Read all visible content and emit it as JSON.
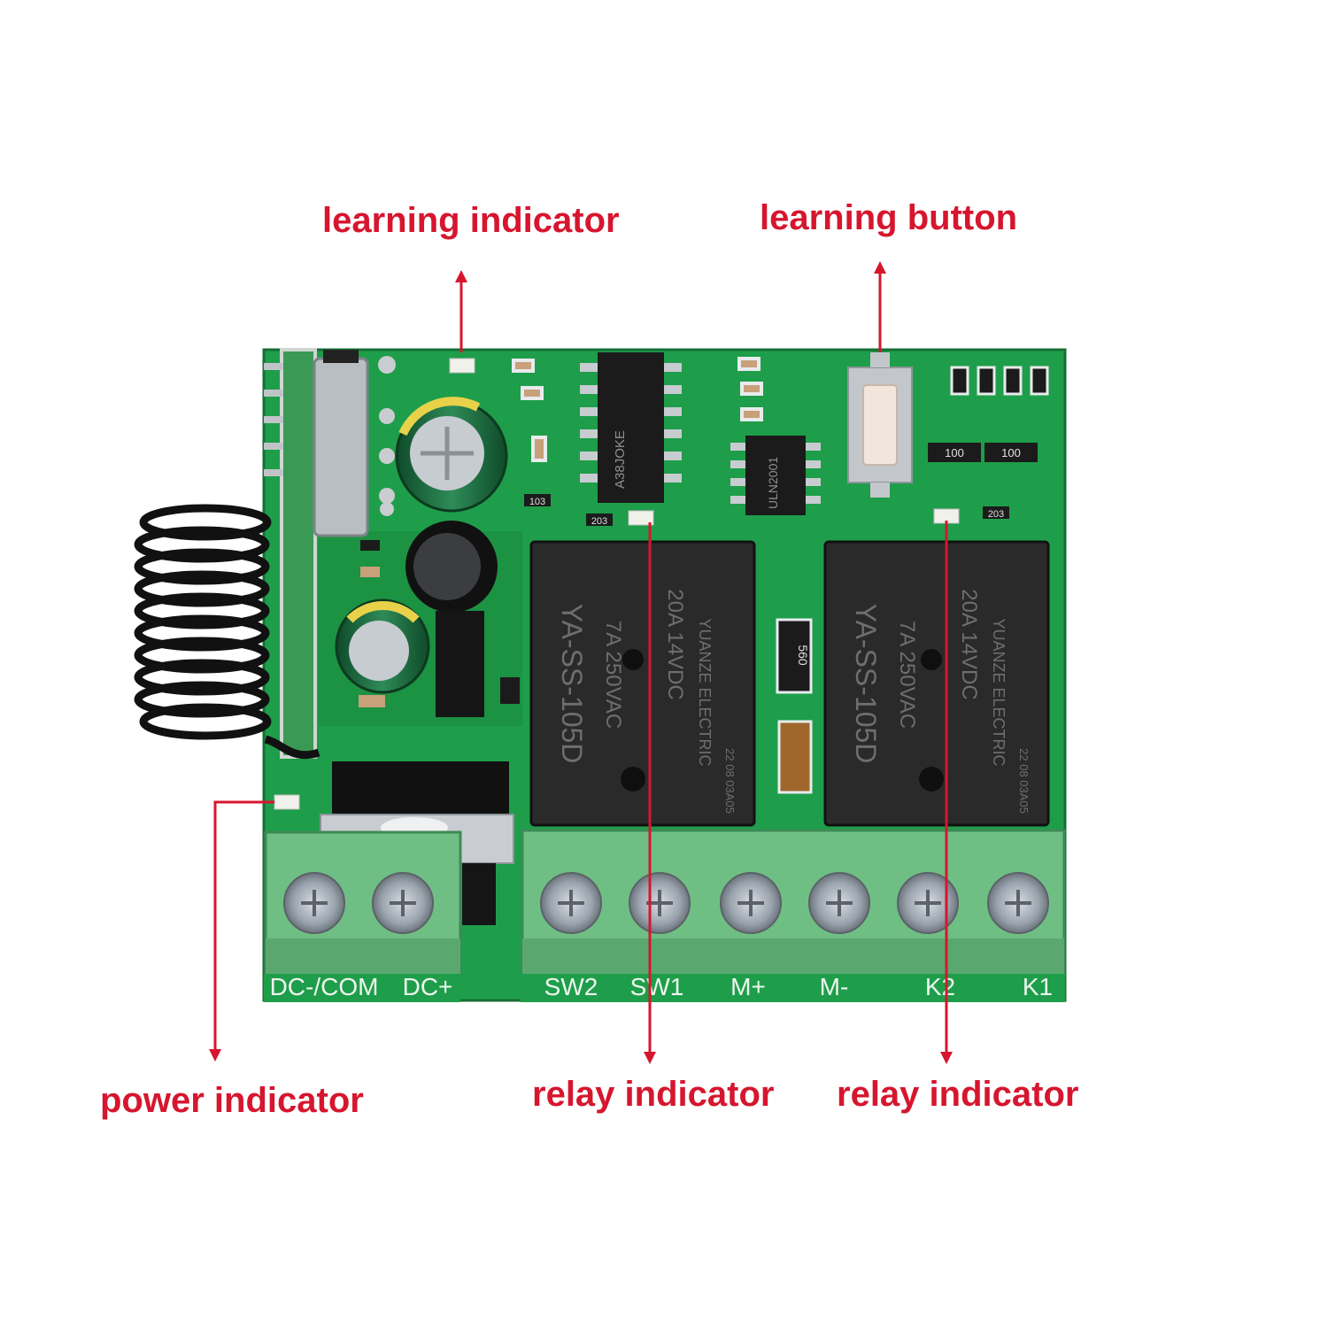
{
  "callouts": {
    "learning_indicator": "learning indicator",
    "learning_button": "learning button",
    "power_indicator": "power indicator",
    "relay_indicator_1": "relay indicator",
    "relay_indicator_2": "relay indicator"
  },
  "terminals": {
    "dc_minus_com": "DC-/COM",
    "dc_plus": "DC+",
    "sw2": "SW2",
    "sw1": "SW1",
    "m_plus": "M+",
    "m_minus": "M-",
    "k2": "K2",
    "k1": "K1"
  },
  "relays": {
    "left": {
      "model": "YA-SS-105D",
      "rating_a": "7A 250VAC",
      "rating_b": "20A 14VDC",
      "brand": "YUANZE ELECTRIC",
      "date": "22 08 03A05"
    },
    "right": {
      "model": "YA-SS-105D",
      "rating_a": "7A 250VAC",
      "rating_b": "20A 14VDC",
      "brand": "YUANZE ELECTRIC",
      "date": "22 08 03A05"
    }
  },
  "ics": {
    "ic1": "A38JOKE",
    "ic2": "ULN2001"
  },
  "smd": {
    "r103": "103",
    "r203a": "203",
    "r203b": "203",
    "rn1": "100",
    "rn2": "100",
    "diode": "560"
  },
  "colors": {
    "callout": "#d6162e",
    "pcb": "#1e9e4a",
    "terminal": "#6fbf85",
    "relay": "#2a2a2a"
  }
}
